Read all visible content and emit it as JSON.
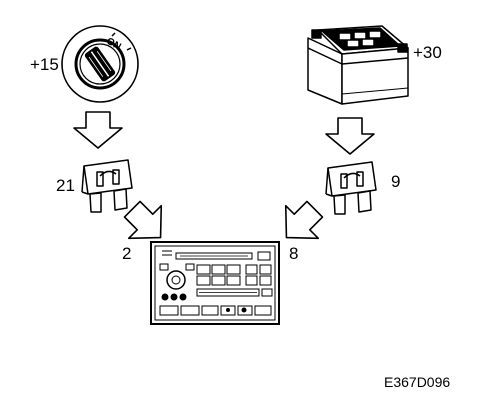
{
  "labels": {
    "ignition": "+15",
    "battery": "+30",
    "fuse_left": "21",
    "fuse_right": "9",
    "radio_left": "2",
    "radio_right": "8",
    "ignition_on": "ON"
  },
  "figure_code": "E367D096",
  "colors": {
    "ink": "#000000",
    "paper": "#ffffff"
  },
  "icons": [
    "ignition-switch-icon",
    "battery-icon",
    "fuse-icon",
    "radio-unit-icon",
    "arrow-icon"
  ]
}
